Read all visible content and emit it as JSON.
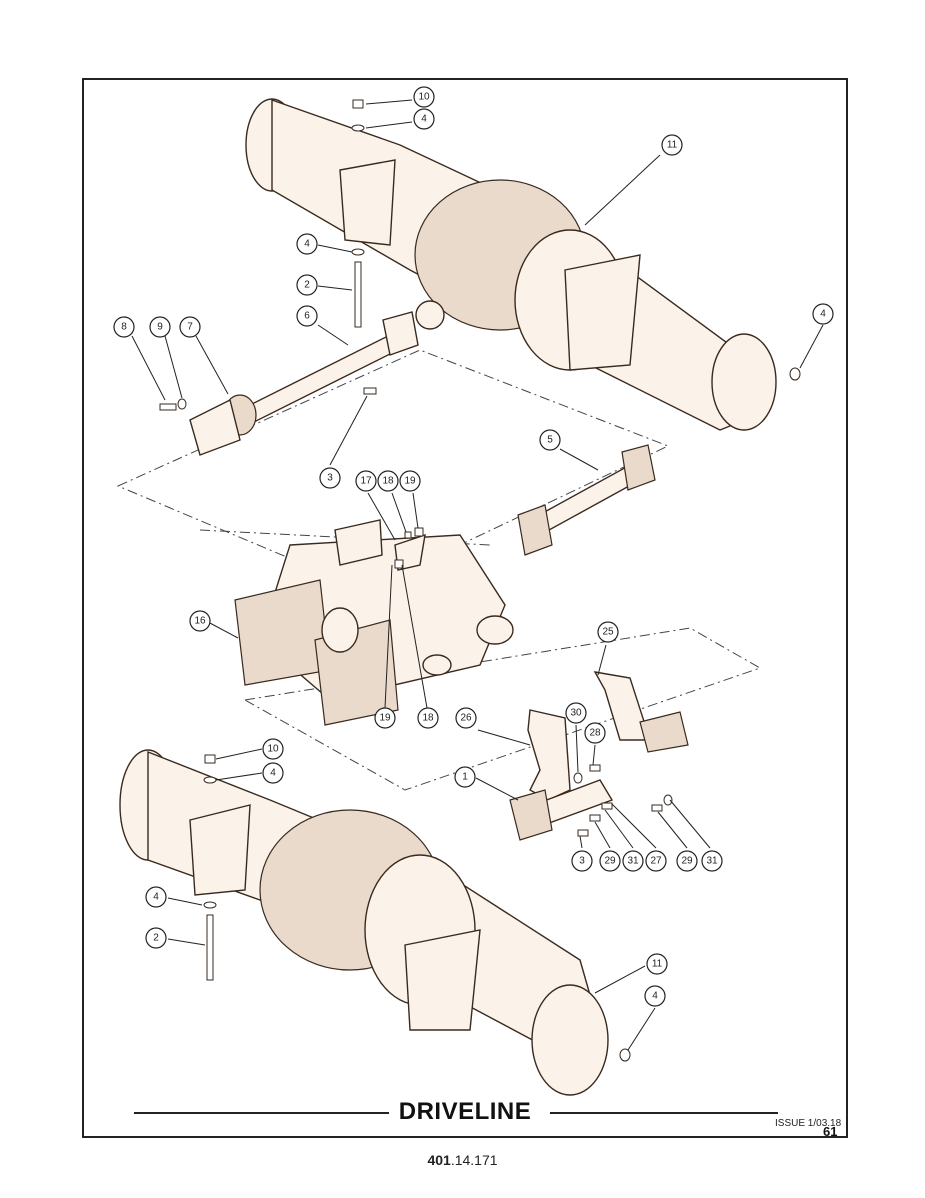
{
  "title": "DRIVELINE",
  "issue": "ISSUE 1/03.18",
  "page_number": "61",
  "doc_number_bold": "401",
  "doc_number_rest": ".14.171",
  "callouts": [
    "10",
    "4",
    "11",
    "4",
    "2",
    "6",
    "4",
    "8",
    "9",
    "7",
    "3",
    "5",
    "17",
    "18",
    "19",
    "16",
    "19",
    "18",
    "25",
    "26",
    "30",
    "28",
    "1",
    "10",
    "4",
    "3",
    "29",
    "31",
    "27",
    "29",
    "31",
    "4",
    "2",
    "11",
    "4"
  ]
}
